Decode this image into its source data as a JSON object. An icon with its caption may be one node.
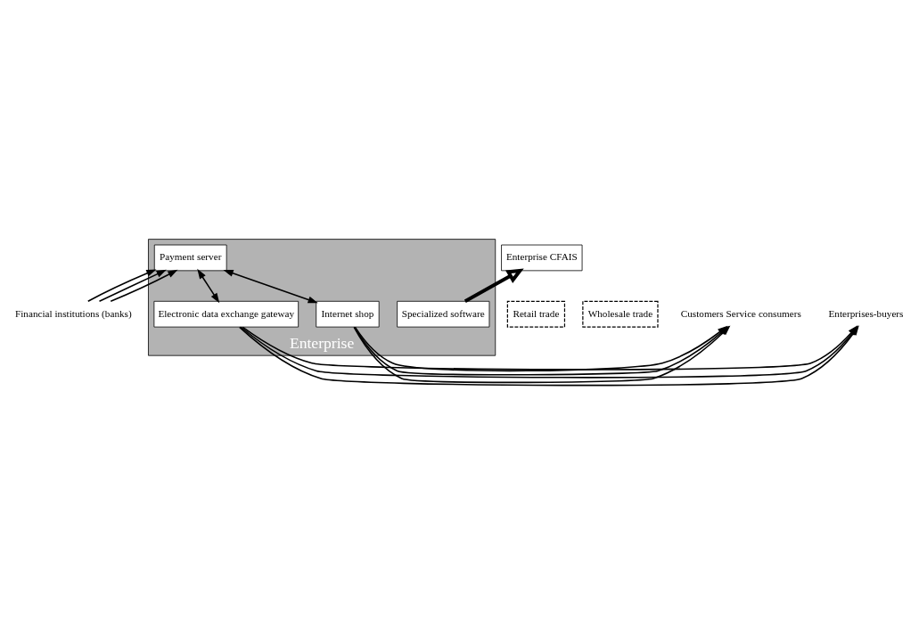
{
  "diagram": {
    "nodes": [
      {
        "text": [
          "Enterprise CFAIS"
        ]
      },
      {
        "text": [
          "Retail trade"
        ]
      },
      {
        "text": [
          "Wholesale trade"
        ]
      },
      {
        "text": [
          "Enterprise"
        ]
      },
      {
        "text": [
          "Specialized software"
        ],
        "in": 3
      },
      {
        "text": [
          "Internet shop"
        ],
        "in": 3
      },
      {
        "text": [
          "Electronic data exchange gateway"
        ],
        "in": 3
      },
      {
        "text": [
          "Payment server"
        ],
        "in": 3
      },
      {
        "text": [
          "Customers Service consumers"
        ]
      },
      {
        "text": [
          "Enterprises-buyers"
        ]
      },
      {
        "text": [
          "Financial institutions (banks)"
        ]
      }
    ],
    "edges": [
      {
        "from": 4,
        "to": 0,
        "arrow": "to",
        "style": "thick"
      },
      {
        "from": 5,
        "to": 8,
        "arrow": "to"
      },
      {
        "from": 5,
        "to": 8,
        "arrow": "to"
      },
      {
        "from": 5,
        "to": 8,
        "arrow": "to"
      },
      {
        "from": 6,
        "to": 9,
        "arrow": "to"
      },
      {
        "from": 6,
        "to": 9,
        "arrow": "to"
      },
      {
        "from": 6,
        "to": 9,
        "arrow": "to"
      },
      {
        "from": 5,
        "to": 7,
        "arrow": "both"
      },
      {
        "from": 6,
        "to": 7,
        "arrow": "both"
      },
      {
        "from": 10,
        "to": 7,
        "arrow": "to"
      },
      {
        "from": 10,
        "to": 7,
        "arrow": "to"
      },
      {
        "from": 10,
        "to": 7,
        "arrow": "to"
      }
    ]
  }
}
